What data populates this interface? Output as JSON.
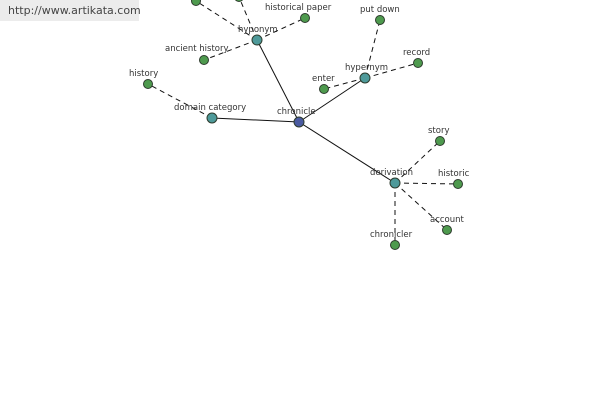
{
  "site": {
    "url_label": "http://www.artikata.com"
  },
  "colors": {
    "center": "#4a5aa0",
    "relation": "#4e9a9a",
    "leaf": "#4e9a4e"
  },
  "graph": {
    "center": {
      "id": "chronicle",
      "label": "chronicle"
    },
    "relations": [
      {
        "id": "hyponym",
        "label": "hyponym"
      },
      {
        "id": "hypernym",
        "label": "hypernym"
      },
      {
        "id": "domain-category",
        "label": "domain category"
      },
      {
        "id": "derivation",
        "label": "derivation"
      }
    ],
    "leaves": [
      {
        "id": "historical-paper",
        "label": "historical paper",
        "relation": "hyponym"
      },
      {
        "id": "ancient-history",
        "label": "ancient history",
        "relation": "hyponym"
      },
      {
        "id": "hyponym-offscreen-1",
        "label": "",
        "relation": "hyponym"
      },
      {
        "id": "hyponym-offscreen-2",
        "label": "",
        "relation": "hyponym"
      },
      {
        "id": "put-down",
        "label": "put down",
        "relation": "hypernym"
      },
      {
        "id": "record",
        "label": "record",
        "relation": "hypernym"
      },
      {
        "id": "enter",
        "label": "enter",
        "relation": "hypernym"
      },
      {
        "id": "history",
        "label": "history",
        "relation": "domain category"
      },
      {
        "id": "story",
        "label": "story",
        "relation": "derivation"
      },
      {
        "id": "historic",
        "label": "historic",
        "relation": "derivation"
      },
      {
        "id": "account",
        "label": "account",
        "relation": "derivation"
      },
      {
        "id": "chronicler",
        "label": "chronicler",
        "relation": "derivation"
      }
    ]
  }
}
